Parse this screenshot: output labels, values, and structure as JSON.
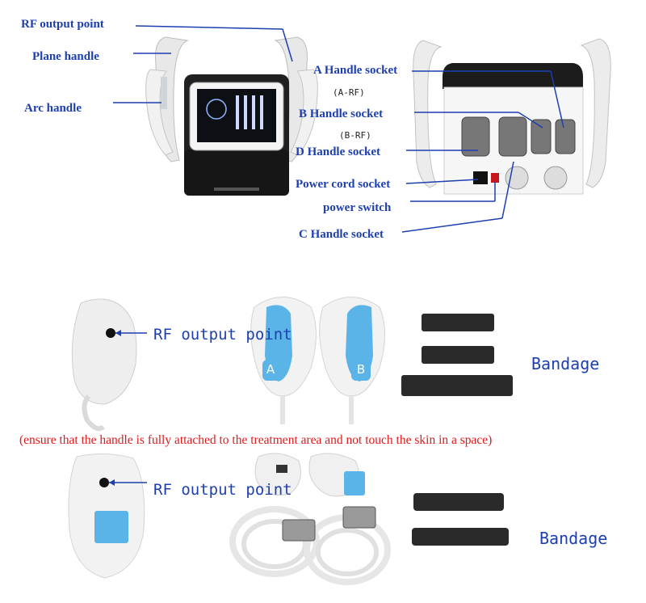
{
  "top_left_labels": {
    "rf_output_point": "RF    output point",
    "plane_handle": "Plane handle",
    "arc_handle": "Arc handle"
  },
  "top_right_labels": {
    "a_handle_socket": "A Handle socket",
    "a_rf": "(A-RF)",
    "b_handle_socket": "B Handle socket",
    "b_rf": "(B-RF)",
    "d_handle_socket": "D    Handle socket",
    "power_cord_socket": "Power cord socket",
    "power_switch": "power switch",
    "c_handle_socket": "C Handle socket"
  },
  "middle_row": {
    "rf_output_point": "RF output point",
    "handle_a_letter": "A",
    "handle_b_letter": "B",
    "bandage": "Bandage"
  },
  "note": "(ensure that the handle is fully attached to the treatment area and not touch the skin in a space)",
  "bottom_row": {
    "rf_output_point": "RF output point",
    "bandage": "Bandage"
  },
  "colors": {
    "label_blue": "#1d3fb0",
    "note_red": "#e0191b",
    "pad_blue": "#5bb4e8",
    "device_black": "#1b1b1b"
  }
}
